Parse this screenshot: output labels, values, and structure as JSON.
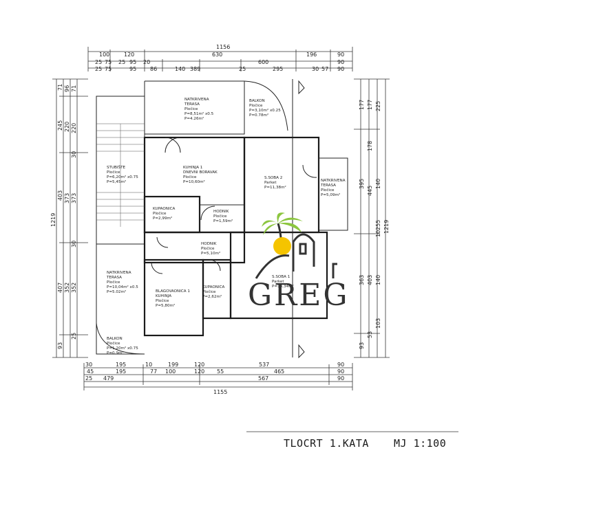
{
  "dimensions": {
    "top_overall": "1156",
    "top_row1": [
      "100",
      "120",
      "630",
      "196",
      "90"
    ],
    "top_row2": [
      "25",
      "75",
      "25",
      "95",
      "600",
      "90"
    ],
    "top_row3": [
      "25",
      "75",
      "95",
      "86",
      "140",
      "389",
      "295",
      "57",
      "90"
    ],
    "top_small": [
      "20",
      "25",
      "30"
    ],
    "bottom_row1": [
      "30",
      "195",
      "10",
      "199",
      "120",
      "537",
      "90"
    ],
    "bottom_row2": [
      "45",
      "195",
      "77",
      "100",
      "120",
      "55",
      "465",
      "90"
    ],
    "bottom_row3": [
      "25",
      "479",
      "567",
      "90"
    ],
    "bottom_overall": "1155",
    "left_outer": "1219",
    "left_row1": [
      "71",
      "245",
      "403",
      "407",
      "93"
    ],
    "left_row2": [
      "96",
      "220",
      "373",
      "352"
    ],
    "left_row3": [
      "71",
      "220",
      "30",
      "373",
      "30",
      "352",
      "25"
    ],
    "right_outer": "1219",
    "right_row1": [
      "177",
      "395",
      "363",
      "93"
    ],
    "right_row2": [
      "177",
      "178",
      "445",
      "403",
      "53"
    ],
    "right_row3": [
      "225",
      "140",
      "10",
      "255",
      "140",
      "103"
    ]
  },
  "rooms": [
    {
      "lines": [
        "NATKRIVENA",
        "TERASA",
        "Pločice",
        "P=8,51m² x0.5",
        "P=4.26m²"
      ]
    },
    {
      "lines": [
        "BALKON",
        "Pločice",
        "P=3,10m² x0.25",
        "P=0.78m²"
      ]
    },
    {
      "lines": [
        "STUBIŠTE",
        "Pločice",
        "P=6,20m² x0.75",
        "P=5,45m²"
      ]
    },
    {
      "lines": [
        "KUHINJA 1",
        "DNEVNI BORAVAK",
        "Pločice",
        "P=10,60m²"
      ]
    },
    {
      "lines": [
        "S.SOBA 2",
        "Parket",
        "P=11,38m²"
      ]
    },
    {
      "lines": [
        "NATKRIVENA",
        "TERASA",
        "Pločice",
        "P=5,09m²"
      ]
    },
    {
      "lines": [
        "KUPAONICA",
        "Pločice",
        "P=2,99m²"
      ]
    },
    {
      "lines": [
        "HODNIK",
        "Pločice",
        "P=1,59m²"
      ]
    },
    {
      "lines": [
        "HODNIK",
        "Pločice",
        "P=5,10m²"
      ]
    },
    {
      "lines": [
        "NATKRIVENA",
        "TERASA",
        "Pločice",
        "P=10,04m² x0.5",
        "P=5.02m²"
      ]
    },
    {
      "lines": [
        "BLAGOVAONICA 1",
        "KUHINJA",
        "Pločice",
        "P=5,80m²"
      ]
    },
    {
      "lines": [
        "KUPAONICA",
        "Pločice",
        "P=2,62m²"
      ]
    },
    {
      "lines": [
        "S.SOBA 1",
        "Parket",
        "P=14,34m²"
      ]
    },
    {
      "lines": [
        "BALKON",
        "Pločice",
        "P=1,20m² x0.75",
        "P=0.9m²"
      ]
    }
  ],
  "title": {
    "plan": "TLOCRT  1.KATA",
    "scale": "MJ  1:100"
  },
  "logo": {
    "text": "GREG",
    "palm_color": "#8cc63f",
    "sun_color": "#f5c400",
    "ink_color": "#333333"
  }
}
